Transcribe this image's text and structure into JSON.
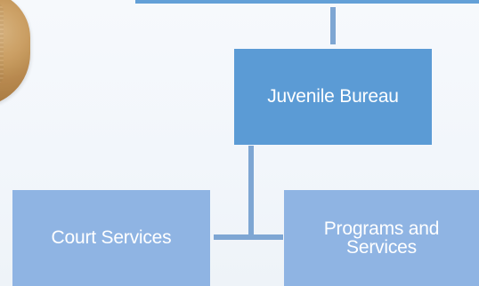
{
  "org_chart": {
    "top_node": {
      "label": ""
    },
    "nodes": [
      {
        "id": "juvenile-bureau",
        "label": "Juvenile Bureau"
      },
      {
        "id": "court-services",
        "label": "Court Services"
      },
      {
        "id": "programs-and-services",
        "label": "Programs and\nServices"
      }
    ]
  },
  "colors": {
    "background": "#f3f7fb",
    "primary_box": "#5b9bd5",
    "secondary_box": "#8fb4e3",
    "connector": "#7ea6d3",
    "text": "#ffffff"
  }
}
